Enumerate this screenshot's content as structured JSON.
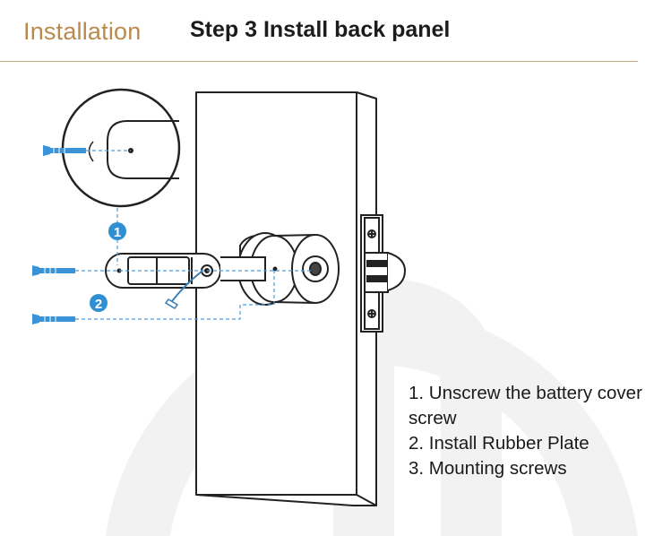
{
  "header": {
    "section": "Installation",
    "step": "Step 3  Install back panel"
  },
  "callouts": {
    "one": "1",
    "two": "2"
  },
  "instructions": [
    "1. Unscrew the battery cover screw",
    "2. Install Rubber Plate",
    "3. Mounting screws"
  ],
  "colors": {
    "accent": "#b98a4e",
    "callout_blue": "#2f8fd3",
    "screw_blue": "#3a93d6",
    "watermark": "#f2f2f2"
  }
}
